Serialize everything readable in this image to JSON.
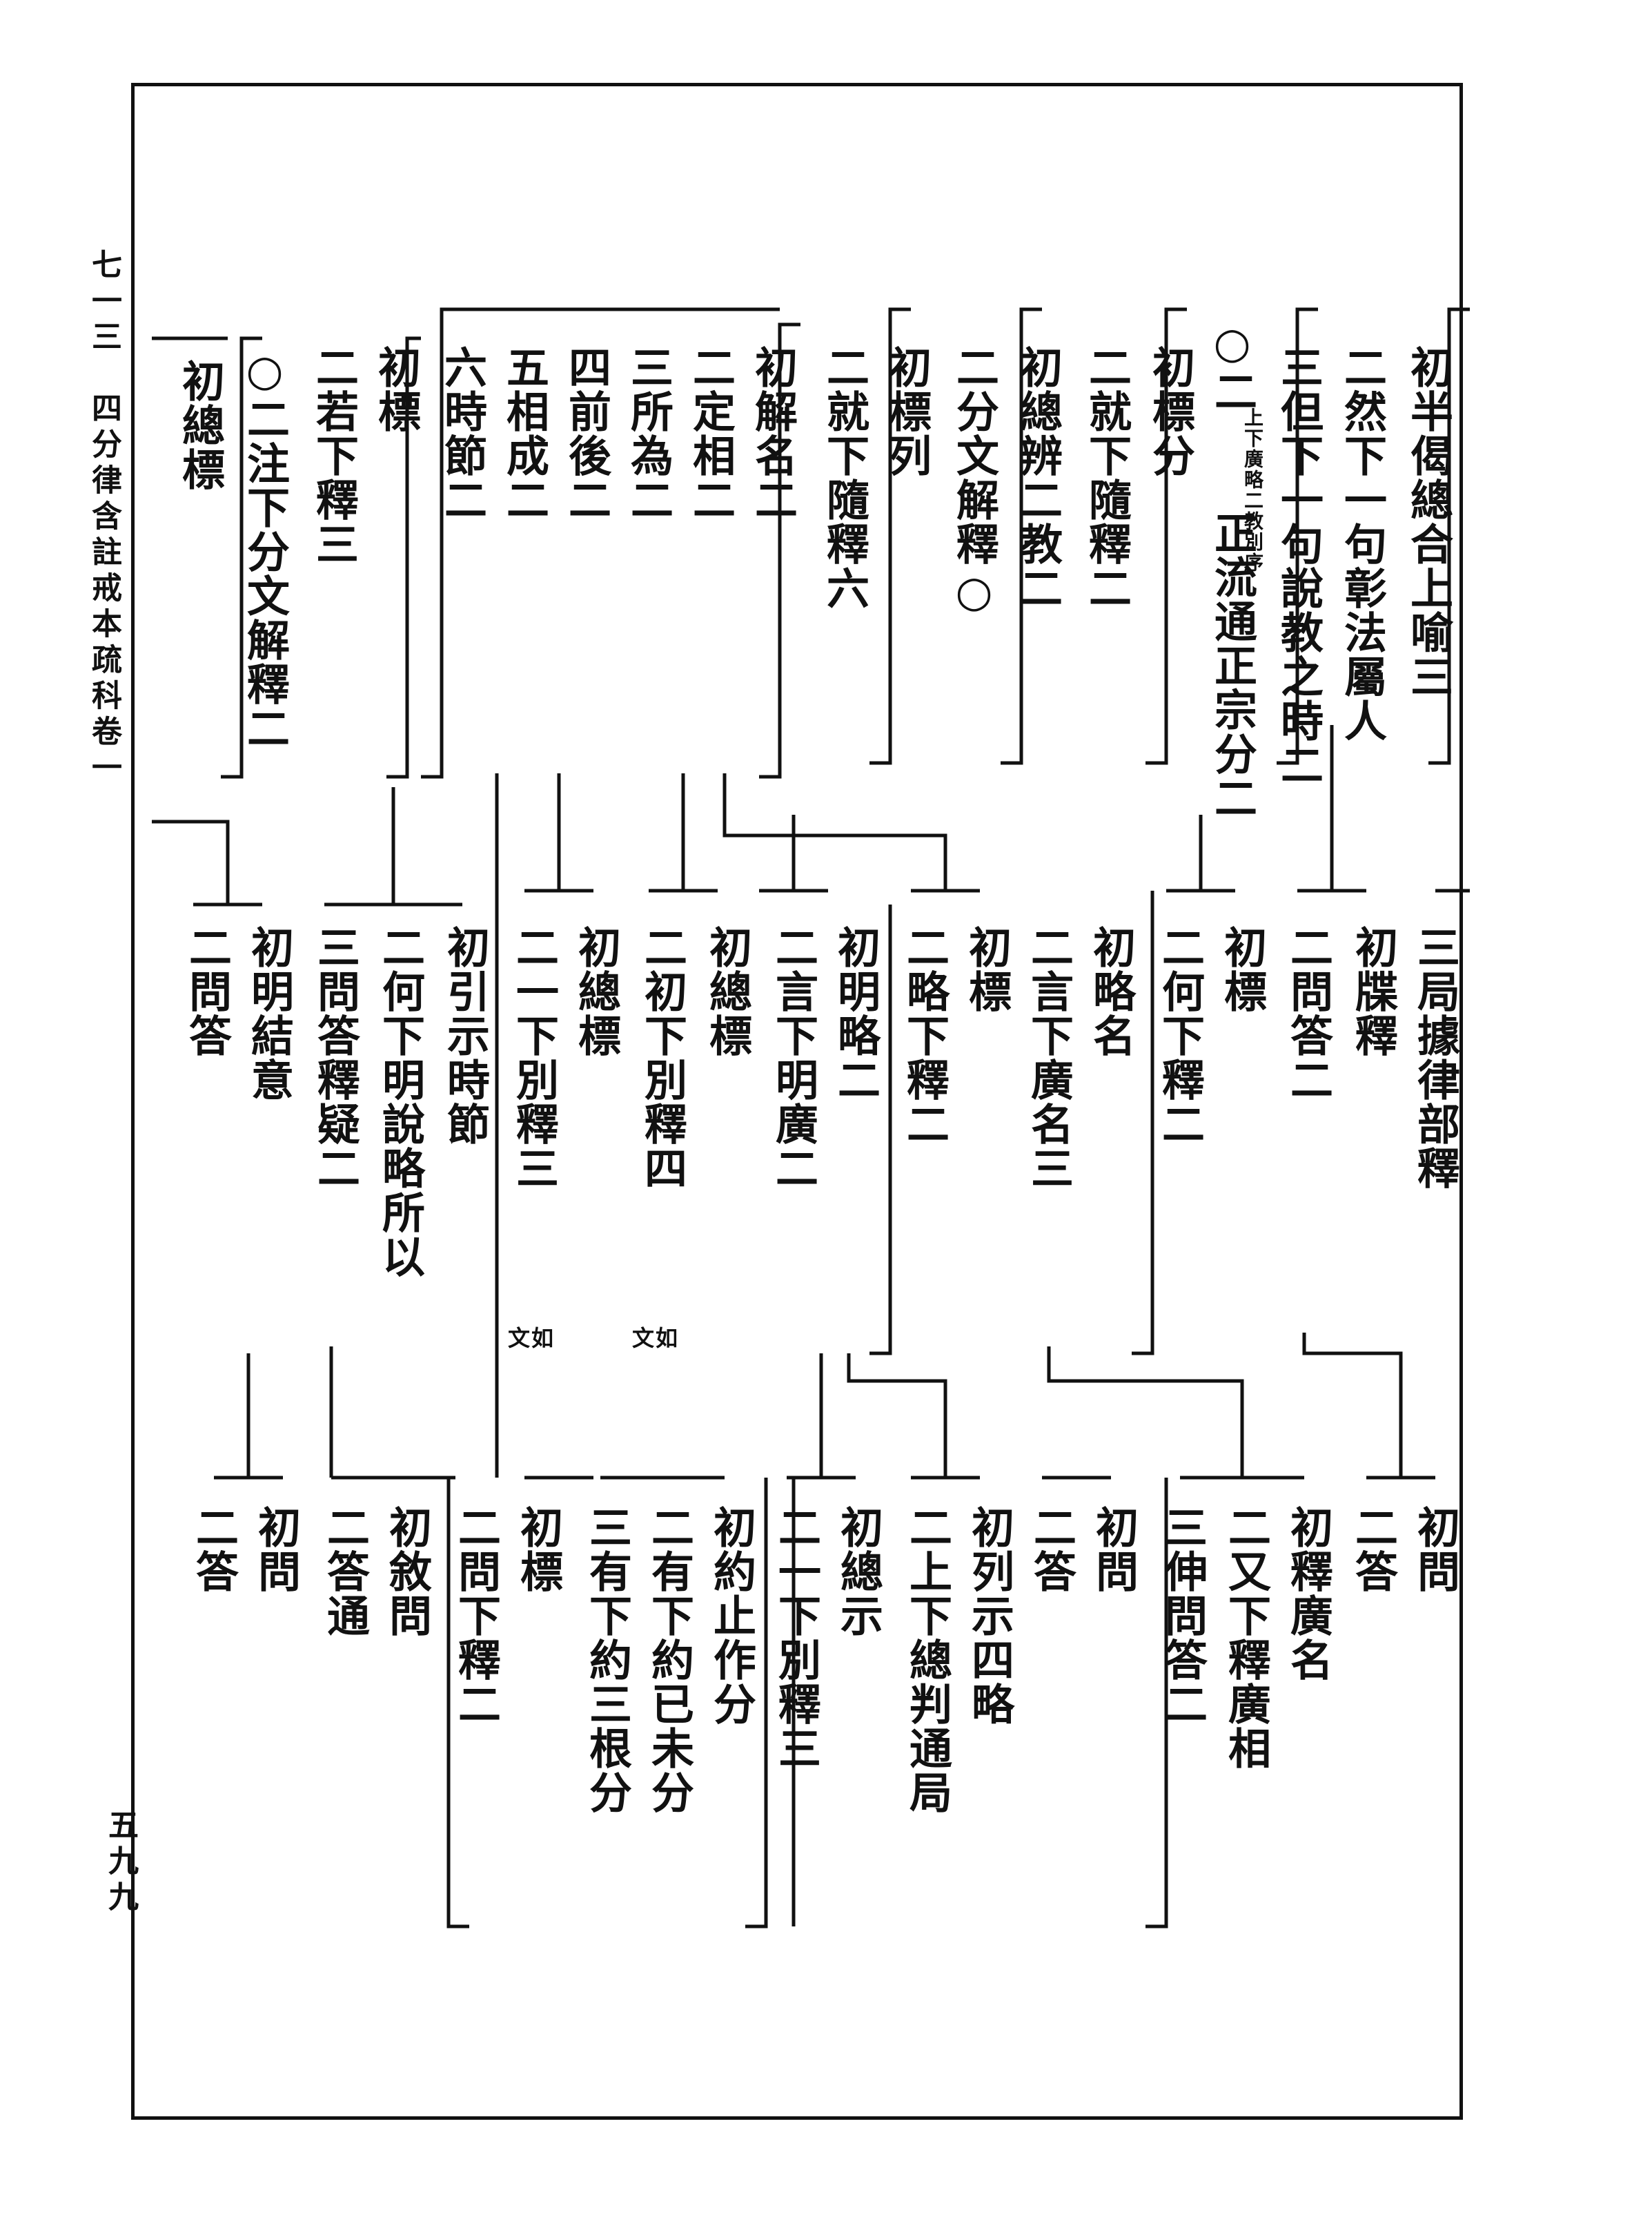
{
  "margin": {
    "page_header": "七一三　四分律含註戒本疏科卷一",
    "page_number": "五九九"
  },
  "tier1": {
    "c01": "初半偈總合上喻三",
    "c02": "二然下一句彰法屬人",
    "c03": "三但下一句說教之時二",
    "c04a": "○二",
    "c04b": "上下廣略二教別序",
    "c04c": "正流通正宗分二",
    "c05": "初標分",
    "c06": "二就下隨釋二",
    "c07": "初總辨二教二",
    "c08": "二分文解釋○",
    "c09": "初標列",
    "c10": "二就下隨釋六",
    "c11": "初解名二",
    "c12": "二定相二",
    "c13": "三所為二",
    "c14": "四前後二",
    "c15": "五相成二",
    "c16": "六時節二",
    "c17": "初標",
    "c18": "二若下釋三",
    "c19": "○二注下分文解釋二",
    "c20": "初總標"
  },
  "tier2": {
    "c01": "三局據律部釋",
    "c02": "初牒釋",
    "c03": "二問答二",
    "c04": "初標",
    "c05": "二何下釋二",
    "c06": "初略名",
    "c07": "二言下廣名三",
    "c08": "初標",
    "c09": "二略下釋二",
    "c10": "初明略二",
    "c11": "二言下明廣二",
    "c12": "初總標",
    "c13": "二初下別釋四",
    "c13_note": "文如",
    "c14": "初總標",
    "c15": "二一下別釋三",
    "c15_note": "文如",
    "c16": "初引示時節",
    "c17": "二何下明說略所以",
    "c18": "三問答釋疑二",
    "c19": "初明結意",
    "c20": "二問答"
  },
  "tier3": {
    "c01": "初問",
    "c02": "二答",
    "c03": "初釋廣名",
    "c04": "二又下釋廣相",
    "c05": "三伸問答二",
    "c06": "初問",
    "c07": "二答",
    "c08": "初列示四略",
    "c09": "二上下總判通局",
    "c10": "初總示",
    "c11": "二一下別釋三",
    "c12": "初約止作分",
    "c13": "二有下約已未分",
    "c14": "三有下約三根分",
    "c15": "初標",
    "c16": "二問下釋二",
    "c17": "初敘問",
    "c18": "二答通",
    "c19": "初問",
    "c20": "二答"
  }
}
